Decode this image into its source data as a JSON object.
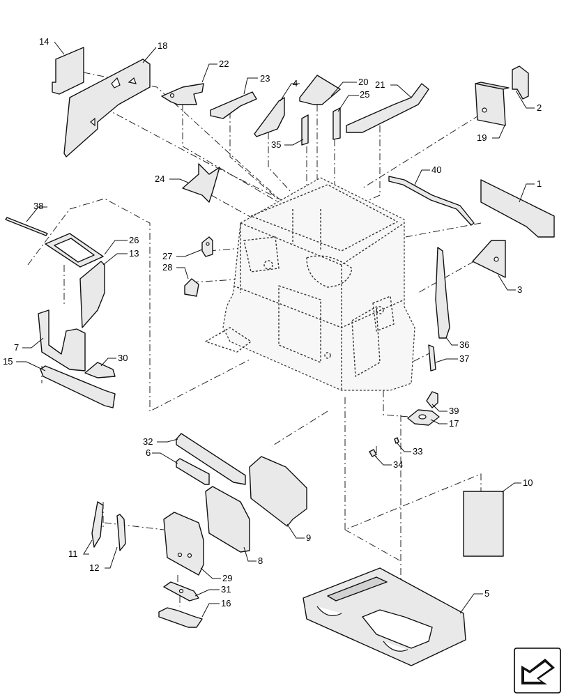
{
  "callouts": {
    "c1": "1",
    "c2": "2",
    "c3": "3",
    "c4": "4",
    "c5": "5",
    "c6": "6",
    "c7": "7",
    "c8": "8",
    "c9": "9",
    "c10": "10",
    "c11": "11",
    "c12": "12",
    "c13": "13",
    "c14": "14",
    "c15": "15",
    "c16": "16",
    "c17": "17",
    "c18": "18",
    "c19": "19",
    "c20": "20",
    "c21": "21",
    "c22": "22",
    "c23": "23",
    "c24": "24",
    "c25": "25",
    "c26": "26",
    "c27": "27",
    "c28": "28",
    "c29": "29",
    "c30": "30",
    "c31": "31",
    "c32": "32",
    "c33": "33",
    "c34": "34",
    "c35": "35",
    "c36": "36",
    "c37": "37",
    "c38": "38",
    "c39": "39",
    "c40": "40"
  },
  "icons": {
    "navigation": "arrow-icon"
  }
}
